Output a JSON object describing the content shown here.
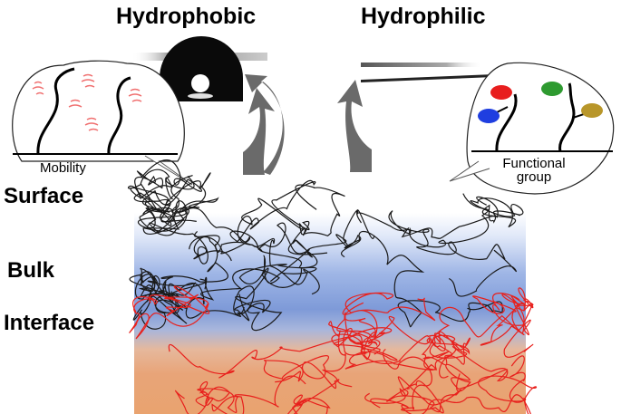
{
  "labels": {
    "hydrophobic": "Hydrophobic",
    "hydrophilic": "Hydrophilic",
    "surface": "Surface",
    "bulk": "Bulk",
    "interface": "Interface",
    "mobility": "Mobility",
    "functional_line1": "Functional",
    "functional_line2": "group"
  },
  "colors": {
    "surface_fill": "#ffffff",
    "bulk_blue": "#7e9ad8",
    "interface_orange": "#e8a070",
    "bulk_chain": "#1a1a1a",
    "interface_chain": "#e8201c",
    "arrow": "#6a6a6a",
    "droplet": "#0a0a0a",
    "mobility_marks": "#f07070",
    "group_red": "#e81e1e",
    "group_green": "#2e9a30",
    "group_blue": "#1f3ee0",
    "group_olive": "#b8962a"
  },
  "icons": [
    "water-droplet-icon",
    "curved-arrow-icon",
    "polymer-chain-icon"
  ]
}
